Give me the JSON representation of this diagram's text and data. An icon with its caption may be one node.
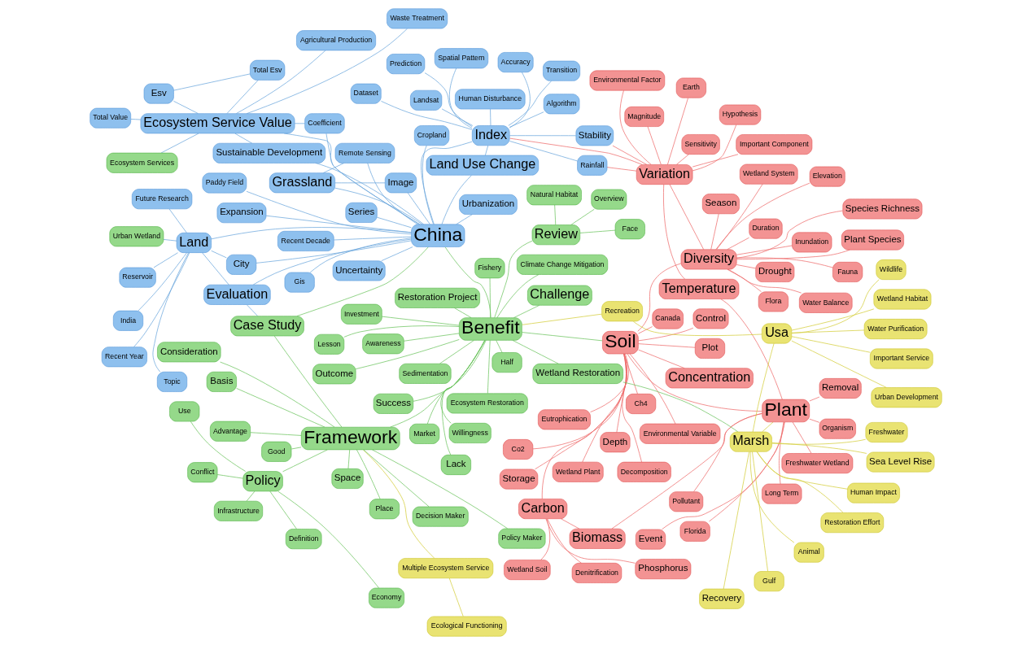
{
  "diagram": {
    "nodes": [
      {
        "text": [
          "Waste Treatment"
        ]
      },
      {
        "text": [
          "Spatial Pattern"
        ]
      },
      {
        "text": [
          "Total Esv"
        ]
      },
      {
        "text": [
          "Landsat"
        ]
      },
      {
        "text": [
          "Total Value"
        ]
      },
      {
        "text": [
          "Coefficient"
        ]
      },
      {
        "text": [
          "Image"
        ]
      },
      {
        "text": [
          "Esv"
        ]
      },
      {
        "text": [
          "Stability"
        ]
      },
      {
        "text": [
          "Cropland"
        ]
      },
      {
        "text": [
          "Accuracy"
        ]
      },
      {
        "text": [
          "Algorithm"
        ]
      },
      {
        "text": [
          "Ecosystem Service Value"
        ]
      },
      {
        "text": [
          "Grassland"
        ]
      },
      {
        "text": [
          "Sensitivity"
        ]
      },
      {
        "text": [
          "Environmental Factor"
        ]
      },
      {
        "text": [
          "Remote Sensing"
        ]
      },
      {
        "text": [
          "Human Disturbance"
        ]
      },
      {
        "text": [
          "Variation"
        ]
      },
      {
        "text": [
          "Environmental Variable"
        ]
      },
      {
        "text": [
          "Important Component"
        ]
      },
      {
        "text": [
          "Land Use Change"
        ]
      },
      {
        "text": [
          "Index"
        ]
      },
      {
        "text": [
          "Sustainable Development"
        ]
      },
      {
        "text": [
          "China"
        ]
      },
      {
        "text": [
          "Earth"
        ]
      },
      {
        "text": [
          "Temperature"
        ]
      },
      {
        "text": [
          "Recent Decade"
        ]
      },
      {
        "text": [
          "Transition"
        ]
      },
      {
        "text": [
          "Rainfall"
        ]
      },
      {
        "text": [
          "Ch4"
        ]
      },
      {
        "text": [
          "Series"
        ]
      },
      {
        "text": [
          "Hypothesis"
        ]
      },
      {
        "text": [
          "Depth"
        ]
      },
      {
        "text": [
          "Dataset"
        ]
      },
      {
        "text": [
          "Magnitude"
        ]
      },
      {
        "text": [
          "Expansion"
        ]
      },
      {
        "text": [
          "Gis"
        ]
      },
      {
        "text": [
          "Urbanization"
        ]
      },
      {
        "text": [
          "Plant Species"
        ]
      },
      {
        "text": [
          "Wetland Plant"
        ]
      },
      {
        "text": [
          "City"
        ]
      },
      {
        "text": [
          "Uncertainty"
        ]
      },
      {
        "text": [
          "Co2"
        ]
      },
      {
        "text": [
          "Prediction"
        ]
      },
      {
        "text": [
          "Season"
        ]
      },
      {
        "text": [
          "Diversity"
        ]
      },
      {
        "text": [
          "Paddy Field"
        ]
      },
      {
        "text": [
          "India"
        ]
      },
      {
        "text": [
          "Reservoir"
        ]
      },
      {
        "text": [
          "Species Richness"
        ]
      },
      {
        "text": [
          "Land"
        ]
      },
      {
        "text": [
          "Inundation"
        ]
      },
      {
        "text": [
          "Fauna"
        ]
      },
      {
        "text": [
          "Recent Year"
        ]
      },
      {
        "text": [
          "Urban Wetland"
        ]
      },
      {
        "text": [
          "Elevation"
        ]
      },
      {
        "text": [
          "Decomposition"
        ]
      },
      {
        "text": [
          "Water Balance"
        ]
      },
      {
        "text": [
          "Agricultural Production"
        ]
      },
      {
        "text": [
          "Topic"
        ]
      },
      {
        "text": [
          "Duration"
        ]
      },
      {
        "text": [
          "Future Research"
        ]
      },
      {
        "text": [
          "Drought"
        ]
      },
      {
        "text": [
          "Flora"
        ]
      },
      {
        "text": [
          "Plot"
        ]
      },
      {
        "text": [
          "Ecosystem Services"
        ]
      },
      {
        "text": [
          "Evaluation"
        ]
      },
      {
        "text": [
          "Wetland System"
        ]
      },
      {
        "text": [
          "Ecological Functioning"
        ]
      },
      {
        "text": [
          "Canada"
        ]
      },
      {
        "text": [
          "Storage"
        ]
      },
      {
        "text": [
          "Soil"
        ]
      },
      {
        "text": [
          "Concentration"
        ]
      },
      {
        "text": [
          "Advantage"
        ]
      },
      {
        "text": [
          "Consideration"
        ]
      },
      {
        "text": [
          "Multiple Ecosystem Service"
        ]
      },
      {
        "text": [
          "Case Study"
        ]
      },
      {
        "text": [
          "Policy Maker"
        ]
      },
      {
        "text": [
          "Eutrophication"
        ]
      },
      {
        "text": [
          "Freshwater Wetland"
        ]
      },
      {
        "text": [
          "Control"
        ]
      },
      {
        "text": [
          "Space"
        ]
      },
      {
        "text": [
          "Use"
        ]
      },
      {
        "text": [
          "Urban Development"
        ]
      },
      {
        "text": [
          "Long Term"
        ]
      },
      {
        "text": [
          "Event"
        ]
      },
      {
        "text": [
          "Biomass"
        ]
      },
      {
        "text": [
          "Definition"
        ]
      },
      {
        "text": [
          "Basis"
        ]
      },
      {
        "text": [
          "Place"
        ]
      },
      {
        "text": [
          "Water Purification"
        ]
      },
      {
        "text": [
          "Plant"
        ]
      },
      {
        "text": [
          "Florida"
        ]
      },
      {
        "text": [
          "Recreation"
        ]
      },
      {
        "text": [
          "Wetland Habitat"
        ]
      },
      {
        "text": [
          "Organism"
        ]
      },
      {
        "text": [
          "Carbon"
        ]
      },
      {
        "text": [
          "Pollutant"
        ]
      },
      {
        "text": [
          "Denitrification"
        ]
      },
      {
        "text": [
          "Policy"
        ]
      },
      {
        "text": [
          "Framework"
        ]
      },
      {
        "text": [
          "Economy"
        ]
      },
      {
        "text": [
          "Removal"
        ]
      },
      {
        "text": [
          "Usa"
        ]
      },
      {
        "text": [
          "Animal"
        ]
      },
      {
        "text": [
          "Wildlife"
        ]
      },
      {
        "text": [
          "Good"
        ]
      },
      {
        "text": [
          "Decision Maker"
        ]
      },
      {
        "text": [
          "Marsh"
        ]
      },
      {
        "text": [
          "Phosphorus"
        ]
      },
      {
        "text": [
          "Conflict"
        ]
      },
      {
        "text": [
          "Recovery"
        ]
      },
      {
        "text": [
          "Important Service"
        ]
      },
      {
        "text": [
          "Overview"
        ]
      },
      {
        "text": [
          "Face"
        ]
      },
      {
        "text": [
          "Wetland Soil"
        ]
      },
      {
        "text": [
          "Challenge"
        ]
      },
      {
        "text": [
          "Natural Habitat"
        ]
      },
      {
        "text": [
          "Infrastructure"
        ]
      },
      {
        "text": [
          "Restoration Effort"
        ]
      },
      {
        "text": [
          "Review"
        ]
      },
      {
        "text": [
          "Fishery"
        ]
      },
      {
        "text": [
          "Awareness"
        ]
      },
      {
        "text": [
          "Freshwater"
        ]
      },
      {
        "text": [
          "Wetland Restoration"
        ]
      },
      {
        "text": [
          "Willingness"
        ]
      },
      {
        "text": [
          "Benefit"
        ]
      },
      {
        "text": [
          "Outcome"
        ]
      },
      {
        "text": [
          "Gulf"
        ]
      },
      {
        "text": [
          "Market"
        ]
      },
      {
        "text": [
          "Success"
        ]
      },
      {
        "text": [
          "Sea Level Rise"
        ]
      },
      {
        "text": [
          "Lesson"
        ]
      },
      {
        "text": [
          "Lack"
        ]
      },
      {
        "text": [
          "Half"
        ]
      },
      {
        "text": [
          "Human Impact"
        ]
      },
      {
        "text": [
          "Investment"
        ]
      },
      {
        "text": [
          "Ecosystem Restoration"
        ]
      },
      {
        "text": [
          "Restoration Project"
        ]
      },
      {
        "text": [
          "Sedimentation"
        ]
      },
      {
        "text": [
          "Climate Change Mitigation"
        ]
      }
    ],
    "edges": [
      {
        "from": 24,
        "to": 12,
        "arrow": "none"
      },
      {
        "from": 24,
        "to": 21,
        "arrow": "none"
      },
      {
        "from": 24,
        "to": 51,
        "arrow": "none"
      },
      {
        "from": 24,
        "to": 38,
        "arrow": "none"
      },
      {
        "from": 24,
        "to": 41,
        "arrow": "none"
      },
      {
        "from": 24,
        "to": 13,
        "arrow": "none"
      },
      {
        "from": 24,
        "to": 22,
        "arrow": "none"
      },
      {
        "from": 24,
        "to": 67,
        "arrow": "none"
      },
      {
        "from": 24,
        "to": 16,
        "arrow": "none"
      },
      {
        "from": 24,
        "to": 9,
        "arrow": "none"
      },
      {
        "from": 24,
        "to": 36,
        "arrow": "none"
      },
      {
        "from": 24,
        "to": 23,
        "arrow": "none"
      },
      {
        "from": 24,
        "to": 6,
        "arrow": "none"
      },
      {
        "from": 24,
        "to": 31,
        "arrow": "none"
      },
      {
        "from": 24,
        "to": 5,
        "arrow": "none"
      },
      {
        "from": 24,
        "to": 27,
        "arrow": "none"
      },
      {
        "from": 24,
        "to": 42,
        "arrow": "none"
      },
      {
        "from": 24,
        "to": 47,
        "arrow": "none"
      },
      {
        "from": 24,
        "to": 37,
        "arrow": "none"
      },
      {
        "from": 12,
        "to": 7,
        "arrow": "none"
      },
      {
        "from": 12,
        "to": 2,
        "arrow": "none"
      },
      {
        "from": 12,
        "to": 4,
        "arrow": "none"
      },
      {
        "from": 12,
        "to": 0,
        "arrow": "none"
      },
      {
        "from": 12,
        "to": 23,
        "arrow": "none"
      },
      {
        "from": 12,
        "to": 59,
        "arrow": "none"
      },
      {
        "from": 12,
        "to": 66,
        "arrow": "none"
      },
      {
        "from": 12,
        "to": 5,
        "arrow": "none"
      },
      {
        "from": 7,
        "to": 2,
        "arrow": "none"
      },
      {
        "from": 22,
        "to": 10,
        "arrow": "none"
      },
      {
        "from": 22,
        "to": 11,
        "arrow": "none"
      },
      {
        "from": 22,
        "to": 17,
        "arrow": "none"
      },
      {
        "from": 22,
        "to": 8,
        "arrow": "none"
      },
      {
        "from": 22,
        "to": 28,
        "arrow": "none"
      },
      {
        "from": 22,
        "to": 3,
        "arrow": "none"
      },
      {
        "from": 22,
        "to": 1,
        "arrow": "none"
      },
      {
        "from": 22,
        "to": 34,
        "arrow": "none"
      },
      {
        "from": 22,
        "to": 44,
        "arrow": "none"
      },
      {
        "from": 22,
        "to": 29,
        "arrow": "none"
      },
      {
        "from": 22,
        "to": 21,
        "arrow": "none"
      },
      {
        "from": 13,
        "to": 6,
        "arrow": "none"
      },
      {
        "from": 13,
        "to": 16,
        "arrow": "none"
      },
      {
        "from": 51,
        "to": 48,
        "arrow": "none"
      },
      {
        "from": 51,
        "to": 54,
        "arrow": "none"
      },
      {
        "from": 51,
        "to": 60,
        "arrow": "none"
      },
      {
        "from": 51,
        "to": 62,
        "arrow": "none"
      },
      {
        "from": 51,
        "to": 49,
        "arrow": "none"
      },
      {
        "from": 51,
        "to": 55,
        "arrow": "none"
      },
      {
        "from": 51,
        "to": 41,
        "arrow": "none"
      },
      {
        "from": 67,
        "to": 51,
        "arrow": "none"
      },
      {
        "from": 67,
        "to": 77,
        "arrow": "none"
      },
      {
        "from": 18,
        "to": 14,
        "arrow": "none",
        "color": "#ee6b6b"
      },
      {
        "from": 18,
        "to": 26,
        "arrow": "none",
        "color": "#ee6b6b"
      },
      {
        "from": 18,
        "to": 25,
        "arrow": "none",
        "color": "#ee6b6b"
      },
      {
        "from": 18,
        "to": 20,
        "arrow": "none",
        "color": "#ee6b6b"
      },
      {
        "from": 18,
        "to": 8,
        "arrow": "none",
        "color": "#ee6b6b"
      },
      {
        "from": 18,
        "to": 29,
        "arrow": "none",
        "color": "#ee6b6b"
      },
      {
        "from": 18,
        "to": 35,
        "arrow": "none",
        "color": "#ee6b6b"
      },
      {
        "from": 18,
        "to": 32,
        "arrow": "none",
        "color": "#ee6b6b"
      },
      {
        "from": 18,
        "to": 15,
        "arrow": "none",
        "color": "#ee6b6b"
      },
      {
        "from": 18,
        "to": 22,
        "arrow": "none",
        "color": "#ee6b6b"
      },
      {
        "from": 46,
        "to": 39,
        "arrow": "none",
        "color": "#ee6b6b"
      },
      {
        "from": 46,
        "to": 45,
        "arrow": "none",
        "color": "#ee6b6b"
      },
      {
        "from": 46,
        "to": 56,
        "arrow": "none",
        "color": "#ee6b6b"
      },
      {
        "from": 46,
        "to": 53,
        "arrow": "none",
        "color": "#ee6b6b"
      },
      {
        "from": 46,
        "to": 64,
        "arrow": "none",
        "color": "#ee6b6b"
      },
      {
        "from": 46,
        "to": 61,
        "arrow": "none",
        "color": "#ee6b6b"
      },
      {
        "from": 46,
        "to": 50,
        "arrow": "none",
        "color": "#ee6b6b"
      },
      {
        "from": 46,
        "to": 52,
        "arrow": "none",
        "color": "#ee6b6b"
      },
      {
        "from": 46,
        "to": 58,
        "arrow": "none",
        "color": "#ee6b6b"
      },
      {
        "from": 46,
        "to": 63,
        "arrow": "none",
        "color": "#ee6b6b"
      },
      {
        "from": 46,
        "to": 68,
        "arrow": "none",
        "color": "#ee6b6b"
      },
      {
        "from": 46,
        "to": 18,
        "arrow": "none",
        "color": "#ee6b6b"
      },
      {
        "from": 72,
        "to": 92,
        "arrow": "none",
        "color": "#ee6b6b"
      },
      {
        "from": 72,
        "to": 73,
        "arrow": "none",
        "color": "#ee6b6b"
      },
      {
        "from": 72,
        "to": 71,
        "arrow": "none",
        "color": "#ee6b6b"
      },
      {
        "from": 72,
        "to": 79,
        "arrow": "none",
        "color": "#ee6b6b"
      },
      {
        "from": 72,
        "to": 81,
        "arrow": "none",
        "color": "#ee6b6b"
      },
      {
        "from": 72,
        "to": 33,
        "arrow": "none",
        "color": "#ee6b6b"
      },
      {
        "from": 72,
        "to": 30,
        "arrow": "none",
        "color": "#ee6b6b"
      },
      {
        "from": 72,
        "to": 43,
        "arrow": "none",
        "color": "#ee6b6b"
      },
      {
        "from": 72,
        "to": 57,
        "arrow": "none",
        "color": "#ee6b6b"
      },
      {
        "from": 72,
        "to": 65,
        "arrow": "none",
        "color": "#ee6b6b"
      },
      {
        "from": 72,
        "to": 97,
        "arrow": "none",
        "color": "#ee6b6b"
      },
      {
        "from": 72,
        "to": 70,
        "arrow": "none",
        "color": "#ee6b6b"
      },
      {
        "from": 72,
        "to": 19,
        "arrow": "none",
        "color": "#ee6b6b"
      },
      {
        "from": 72,
        "to": 40,
        "arrow": "none",
        "color": "#ee6b6b"
      },
      {
        "from": 72,
        "to": 46,
        "arrow": "none",
        "color": "#ee6b6b"
      },
      {
        "from": 92,
        "to": 87,
        "arrow": "none",
        "color": "#ee6b6b"
      },
      {
        "from": 92,
        "to": 103,
        "arrow": "none",
        "color": "#ee6b6b"
      },
      {
        "from": 92,
        "to": 98,
        "arrow": "none",
        "color": "#ee6b6b"
      },
      {
        "from": 92,
        "to": 85,
        "arrow": "none",
        "color": "#ee6b6b"
      },
      {
        "from": 92,
        "to": 93,
        "arrow": "none",
        "color": "#ee6b6b"
      },
      {
        "from": 92,
        "to": 86,
        "arrow": "none",
        "color": "#ee6b6b"
      },
      {
        "from": 92,
        "to": 96,
        "arrow": "none",
        "color": "#ee6b6b"
      },
      {
        "from": 92,
        "to": 80,
        "arrow": "none",
        "color": "#ee6b6b"
      },
      {
        "from": 92,
        "to": 26,
        "arrow": "none",
        "color": "#ee6b6b"
      },
      {
        "from": 97,
        "to": 99,
        "arrow": "none",
        "color": "#ee6b6b"
      },
      {
        "from": 97,
        "to": 110,
        "arrow": "none",
        "color": "#ee6b6b"
      },
      {
        "from": 97,
        "to": 116,
        "arrow": "none",
        "color": "#ee6b6b"
      },
      {
        "from": 97,
        "to": 87,
        "arrow": "none",
        "color": "#ee6b6b"
      },
      {
        "from": 109,
        "to": 104,
        "arrow": "none",
        "color": "#d4cd3a"
      },
      {
        "from": 109,
        "to": 132,
        "arrow": "none",
        "color": "#d4cd3a"
      },
      {
        "from": 109,
        "to": 112,
        "arrow": "none",
        "color": "#d4cd3a"
      },
      {
        "from": 109,
        "to": 129,
        "arrow": "none",
        "color": "#d4cd3a"
      },
      {
        "from": 109,
        "to": 124,
        "arrow": "none",
        "color": "#d4cd3a"
      },
      {
        "from": 109,
        "to": 120,
        "arrow": "none",
        "color": "#d4cd3a"
      },
      {
        "from": 109,
        "to": 105,
        "arrow": "none",
        "color": "#d4cd3a"
      },
      {
        "from": 109,
        "to": 136,
        "arrow": "none",
        "color": "#d4cd3a"
      },
      {
        "from": 109,
        "to": 92,
        "arrow": "none",
        "color": "#d4cd3a"
      },
      {
        "from": 104,
        "to": 94,
        "arrow": "none",
        "color": "#d4cd3a"
      },
      {
        "from": 104,
        "to": 91,
        "arrow": "none",
        "color": "#d4cd3a"
      },
      {
        "from": 104,
        "to": 95,
        "arrow": "none",
        "color": "#d4cd3a"
      },
      {
        "from": 104,
        "to": 106,
        "arrow": "none",
        "color": "#d4cd3a"
      },
      {
        "from": 104,
        "to": 113,
        "arrow": "none",
        "color": "#d4cd3a"
      },
      {
        "from": 104,
        "to": 84,
        "arrow": "none",
        "color": "#d4cd3a"
      },
      {
        "from": 94,
        "to": 127,
        "arrow": "none",
        "color": "#d4cd3a"
      },
      {
        "from": 69,
        "to": 76,
        "arrow": "none",
        "color": "#d4cd3a"
      },
      {
        "from": 76,
        "to": 101,
        "arrow": "none",
        "color": "#d4cd3a"
      },
      {
        "from": 127,
        "to": 101,
        "arrow": "none",
        "color": "#6cc35e"
      },
      {
        "from": 127,
        "to": 117,
        "arrow": "none",
        "color": "#6cc35e"
      },
      {
        "from": 127,
        "to": 121,
        "arrow": "none",
        "color": "#6cc35e"
      },
      {
        "from": 127,
        "to": 128,
        "arrow": "none",
        "color": "#6cc35e"
      },
      {
        "from": 127,
        "to": 134,
        "arrow": "none",
        "color": "#6cc35e"
      },
      {
        "from": 127,
        "to": 137,
        "arrow": "none",
        "color": "#6cc35e"
      },
      {
        "from": 127,
        "to": 138,
        "arrow": "none",
        "color": "#6cc35e"
      },
      {
        "from": 127,
        "to": 126,
        "arrow": "none",
        "color": "#6cc35e"
      },
      {
        "from": 127,
        "to": 130,
        "arrow": "none",
        "color": "#6cc35e"
      },
      {
        "from": 127,
        "to": 133,
        "arrow": "none",
        "color": "#6cc35e"
      },
      {
        "from": 127,
        "to": 122,
        "arrow": "none",
        "color": "#6cc35e"
      },
      {
        "from": 127,
        "to": 123,
        "arrow": "none",
        "color": "#6cc35e"
      },
      {
        "from": 127,
        "to": 141,
        "arrow": "none",
        "color": "#6cc35e"
      },
      {
        "from": 127,
        "to": 139,
        "arrow": "none",
        "color": "#6cc35e"
      },
      {
        "from": 127,
        "to": 131,
        "arrow": "none",
        "color": "#6cc35e"
      },
      {
        "from": 127,
        "to": 125,
        "arrow": "none",
        "color": "#6cc35e"
      },
      {
        "from": 127,
        "to": 135,
        "arrow": "none",
        "color": "#6cc35e"
      },
      {
        "from": 127,
        "to": 140,
        "arrow": "none",
        "color": "#6cc35e"
      },
      {
        "from": 101,
        "to": 100,
        "arrow": "none",
        "color": "#6cc35e"
      },
      {
        "from": 101,
        "to": 89,
        "arrow": "none",
        "color": "#6cc35e"
      },
      {
        "from": 101,
        "to": 77,
        "arrow": "none",
        "color": "#6cc35e"
      },
      {
        "from": 101,
        "to": 82,
        "arrow": "none",
        "color": "#6cc35e"
      },
      {
        "from": 101,
        "to": 90,
        "arrow": "none",
        "color": "#6cc35e"
      },
      {
        "from": 101,
        "to": 107,
        "arrow": "none",
        "color": "#6cc35e"
      },
      {
        "from": 101,
        "to": 108,
        "arrow": "none",
        "color": "#6cc35e"
      },
      {
        "from": 101,
        "to": 75,
        "arrow": "none",
        "color": "#6cc35e"
      },
      {
        "from": 101,
        "to": 74,
        "arrow": "none",
        "color": "#6cc35e"
      },
      {
        "from": 101,
        "to": 78,
        "arrow": "none",
        "color": "#6cc35e"
      },
      {
        "from": 100,
        "to": 102,
        "arrow": "none",
        "color": "#6cc35e"
      },
      {
        "from": 100,
        "to": 111,
        "arrow": "none",
        "color": "#6cc35e"
      },
      {
        "from": 100,
        "to": 119,
        "arrow": "none",
        "color": "#6cc35e"
      },
      {
        "from": 100,
        "to": 88,
        "arrow": "none",
        "color": "#6cc35e"
      },
      {
        "from": 100,
        "to": 83,
        "arrow": "none",
        "color": "#6cc35e"
      },
      {
        "from": 121,
        "to": 114,
        "arrow": "none",
        "color": "#6cc35e"
      },
      {
        "from": 121,
        "to": 115,
        "arrow": "none",
        "color": "#6cc35e"
      },
      {
        "from": 121,
        "to": 118,
        "arrow": "none",
        "color": "#6cc35e"
      },
      {
        "from": 127,
        "to": 24,
        "arrow": "none",
        "color": "#6cc35e"
      },
      {
        "from": 127,
        "to": 72,
        "arrow": "none",
        "color": "#6cc35e"
      },
      {
        "from": 125,
        "to": 109,
        "arrow": "none",
        "color": "#6cc35e"
      },
      {
        "from": 77,
        "to": 24,
        "arrow": "none",
        "color": "#6cc35e"
      }
    ]
  }
}
